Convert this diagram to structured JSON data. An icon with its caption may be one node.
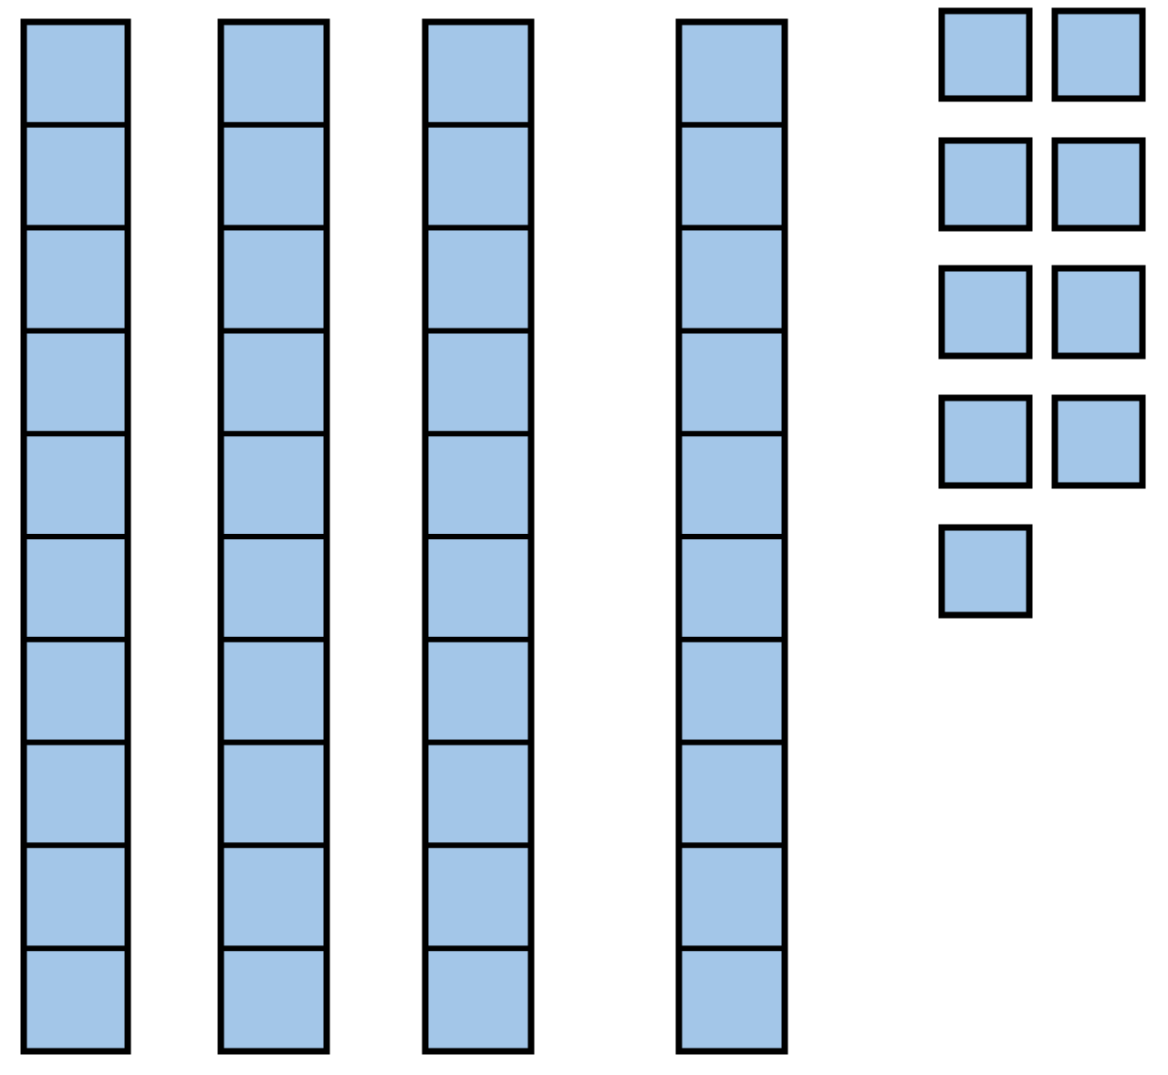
{
  "diagram": {
    "nodes": [
      {
        "text": [],
        "shape": "bar"
      },
      {
        "text": [],
        "shape": "bar"
      },
      {
        "text": [],
        "shape": "bar"
      },
      {
        "text": [],
        "shape": "bar"
      },
      {
        "text": [],
        "shape": "box"
      },
      {
        "text": [],
        "shape": "box"
      },
      {
        "text": [],
        "shape": "box"
      },
      {
        "text": [],
        "shape": "box"
      },
      {
        "text": [],
        "shape": "box"
      },
      {
        "text": [],
        "shape": "box"
      },
      {
        "text": [],
        "shape": "box"
      },
      {
        "text": [],
        "shape": "box"
      },
      {
        "text": [],
        "shape": "box"
      }
    ]
  }
}
